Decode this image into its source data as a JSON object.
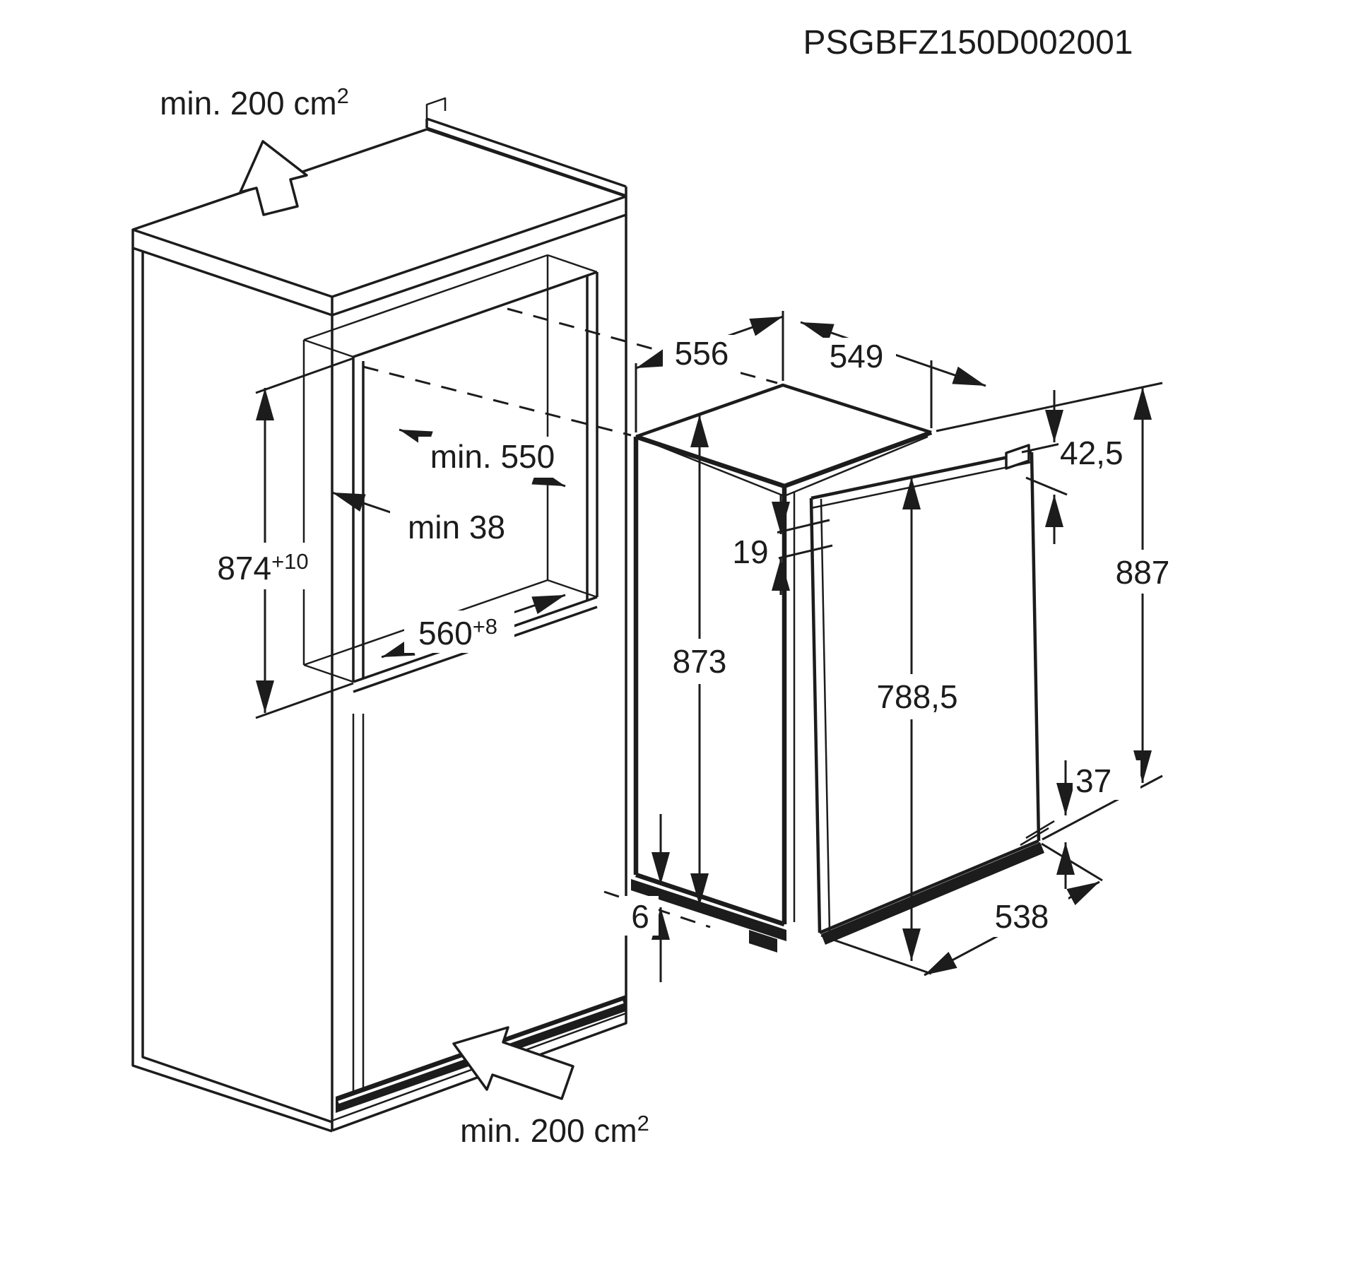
{
  "labels": {
    "title": "PSGBFZ150D002001",
    "vent_top": {
      "base": "min. 200 cm",
      "sup": "2"
    },
    "vent_bottom": {
      "base": "min. 200 cm",
      "sup": "2"
    },
    "niche_height": {
      "base": "874",
      "sup": "+10"
    },
    "niche_depth": "min. 550",
    "niche_clearance": "min 38",
    "niche_width": {
      "base": "560",
      "sup": "+8"
    },
    "dim_556": "556",
    "dim_549": "549",
    "dim_42_5": "42,5",
    "dim_19": "19",
    "dim_887": "887",
    "dim_873": "873",
    "dim_788_5": "788,5",
    "dim_37": "37",
    "dim_6": "6",
    "dim_538": "538"
  },
  "colors": {
    "line": "#1c1c1c",
    "background": "#ffffff"
  }
}
